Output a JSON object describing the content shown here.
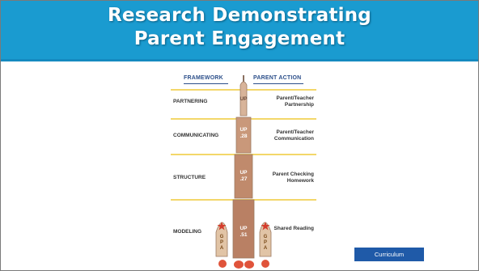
{
  "slide": {
    "title_line1": "Research Demonstrating",
    "title_line2": "Parent Engagement",
    "colors": {
      "title_bar": "#1a9bd0",
      "tag_bg": "#1f5aa8",
      "header_text": "#2c4f8a",
      "band": "#f3d76a"
    }
  },
  "infographic": {
    "framework_header": "FRAMEWORK",
    "action_header": "PARENT ACTION",
    "rows": [
      {
        "framework": "PARTNERING",
        "action": "Parent/Teacher Partnership",
        "rocket_label": "UP"
      },
      {
        "framework": "COMMUNICATING",
        "action": "Parent/Teacher Communication",
        "rocket_label": "UP .28"
      },
      {
        "framework": "STRUCTURE",
        "action": "Parent Checking Homework",
        "rocket_label": "UP .27"
      },
      {
        "framework": "MODELING",
        "action": "Shared Reading",
        "rocket_label": "UP .51"
      }
    ],
    "booster_letters": [
      "G",
      "P",
      "A"
    ]
  },
  "tag": {
    "label": "Curriculum"
  }
}
